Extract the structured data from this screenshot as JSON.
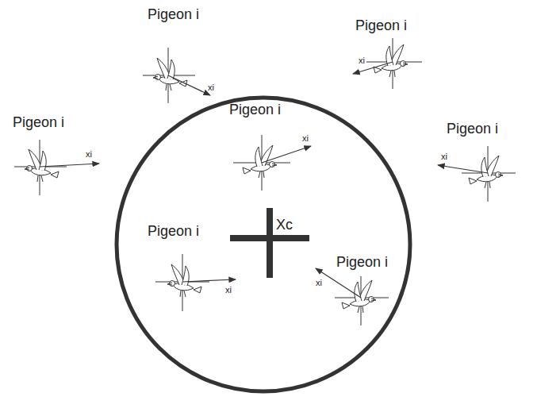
{
  "diagram": {
    "labels": [
      "Pigeon i",
      "Pigeon i",
      "Pigeon i",
      "Pigeon i",
      "Pigeon i",
      "Pigeon i",
      "Pigeon i",
      "xi",
      "xi",
      "xi",
      "xi",
      "xi",
      "xi",
      "xi",
      "Xc"
    ]
  }
}
